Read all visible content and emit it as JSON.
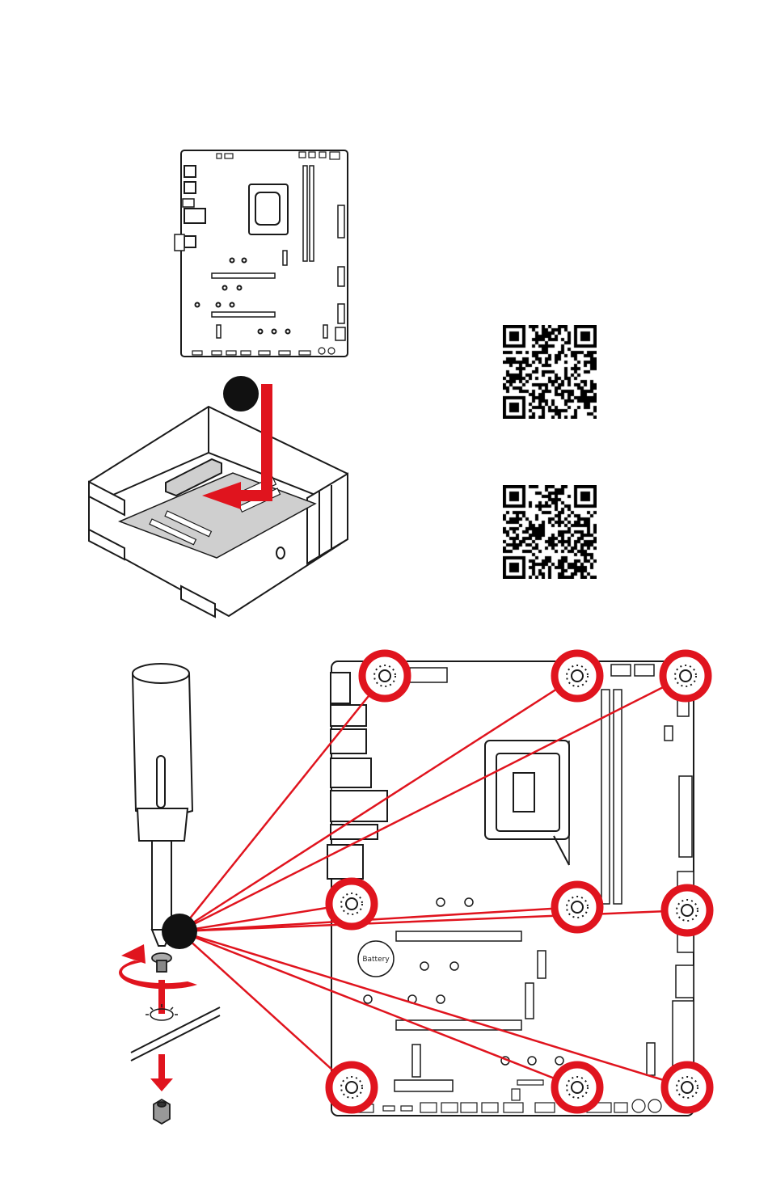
{
  "diagram": {
    "board_labels": {
      "battery": "Battery"
    },
    "colors": {
      "highlight_red": "#e0141e",
      "line_black": "#1a1a1a",
      "board_fill": "#ffffff",
      "shadow_gray": "#cfcfcf"
    },
    "icons": {
      "step_marker": "filled-black-circle",
      "qr_code_1": "qr-code",
      "qr_code_2": "qr-code",
      "screwdriver": "screwdriver-icon",
      "screw": "screw-icon",
      "standoff": "standoff-icon",
      "rotate_arrow": "rotate-arrow-icon"
    },
    "mounting_hole_count": 9
  }
}
